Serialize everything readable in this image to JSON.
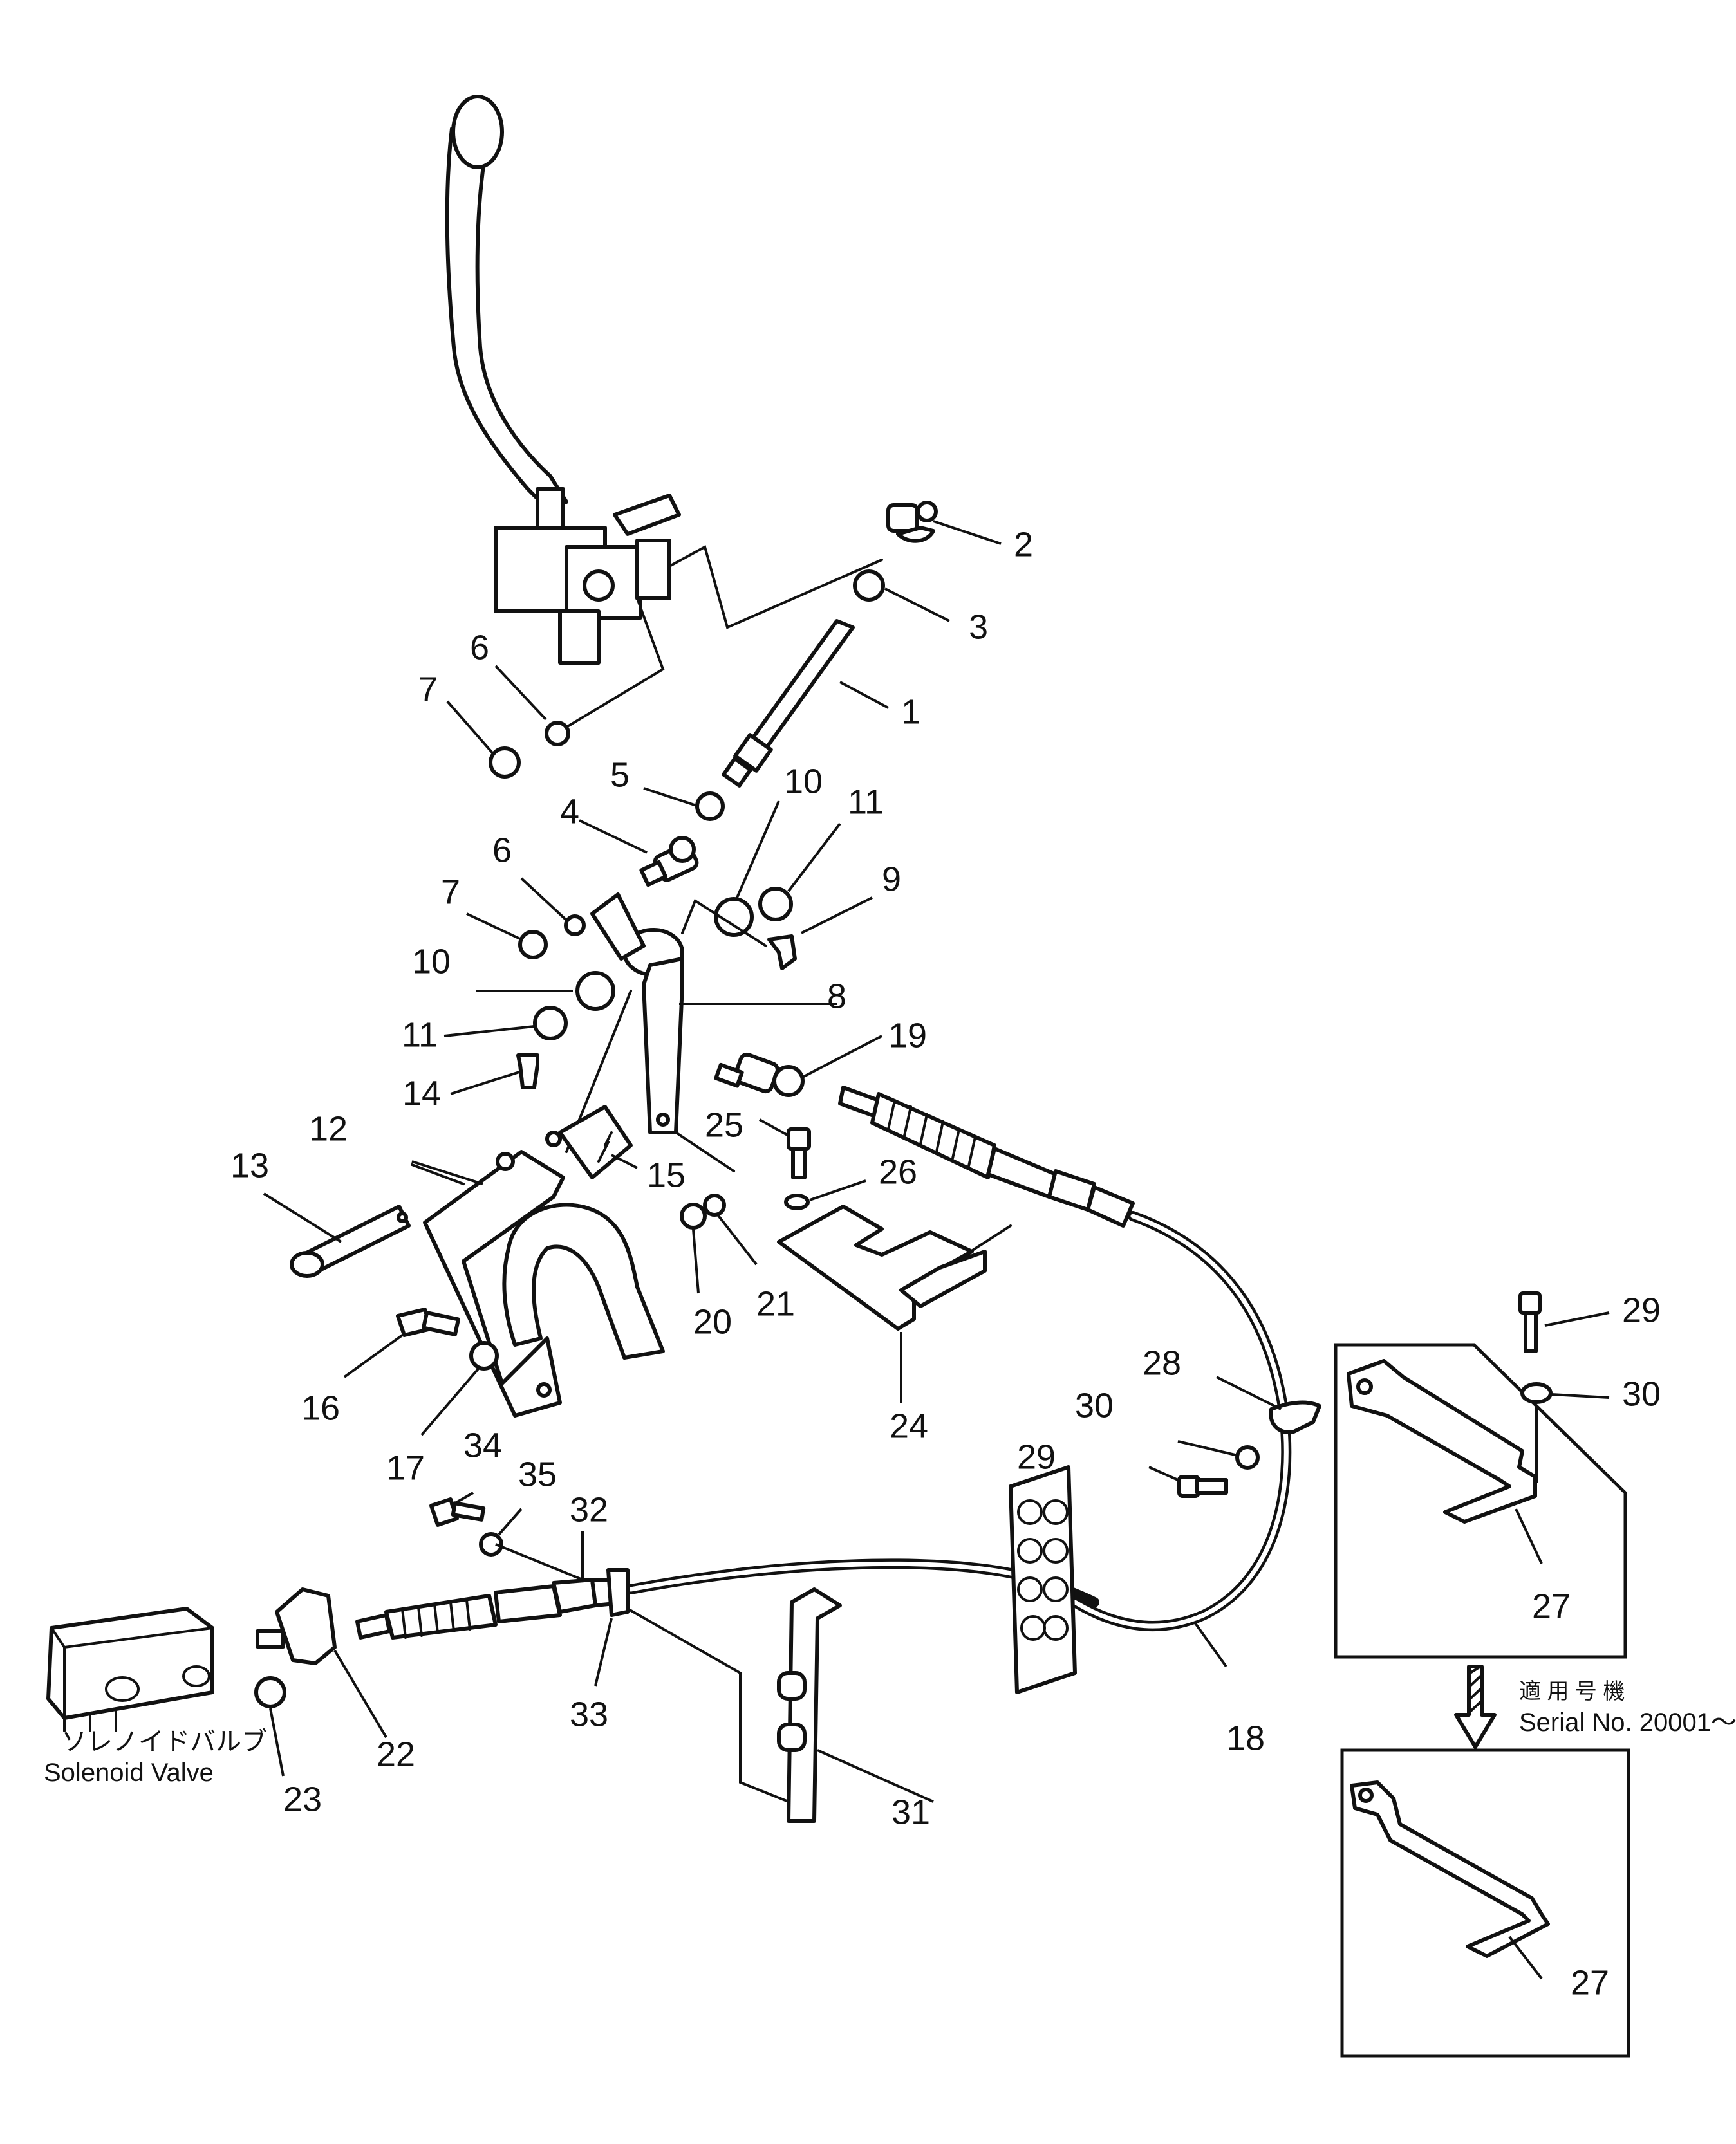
{
  "callouts": {
    "c1": "1",
    "c2": "2",
    "c3": "3",
    "c4": "4",
    "c5": "5",
    "c6a": "6",
    "c6b": "6",
    "c7a": "7",
    "c7b": "7",
    "c8": "8",
    "c9": "9",
    "c10a": "10",
    "c10b": "10",
    "c11a": "11",
    "c11b": "11",
    "c12": "12",
    "c13": "13",
    "c14": "14",
    "c15": "15",
    "c16": "16",
    "c17": "17",
    "c18": "18",
    "c19": "19",
    "c20": "20",
    "c21": "21",
    "c22": "22",
    "c23": "23",
    "c24": "24",
    "c25": "25",
    "c26": "26",
    "c27a": "27",
    "c27b": "27",
    "c28": "28",
    "c29a": "29",
    "c29b": "29",
    "c30a": "30",
    "c30b": "30",
    "c31": "31",
    "c32": "32",
    "c33": "33",
    "c34": "34",
    "c35": "35"
  },
  "labels": {
    "solenoid_jp": "ソレノイドバルブ",
    "solenoid_en": "Solenoid Valve",
    "applicable_jp": "適 用 号 機",
    "serial": "Serial No. 20001～"
  }
}
